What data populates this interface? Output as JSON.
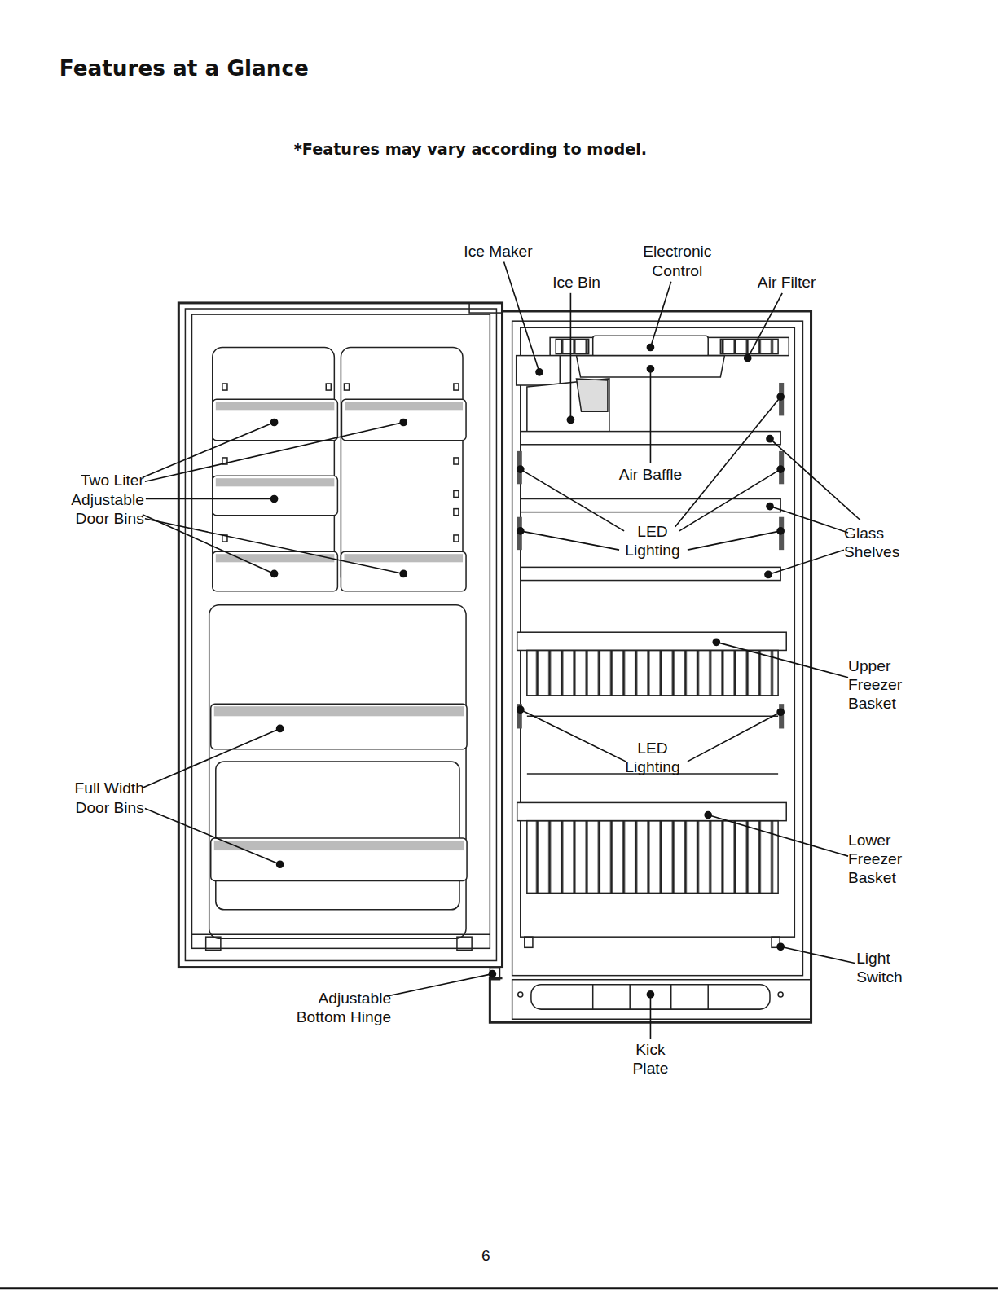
{
  "diagram": {
    "title": "Features at a Glance",
    "caption": "*Features may vary according to model.",
    "labels": [
      "Ice Maker",
      "Ice Bin",
      "Electronic Control",
      "Air Filter",
      "Two Liter Adjustable Door Bins",
      "Air Baffle",
      "LED Lighting",
      "Glass Shelves",
      "Upper Freezer Basket",
      "LED Lighting",
      "Full Width Door Bins",
      "Lower Freezer Basket",
      "Light Switch",
      "Adjustable Bottom Hinge",
      "Kick Plate",
      "6"
    ]
  }
}
